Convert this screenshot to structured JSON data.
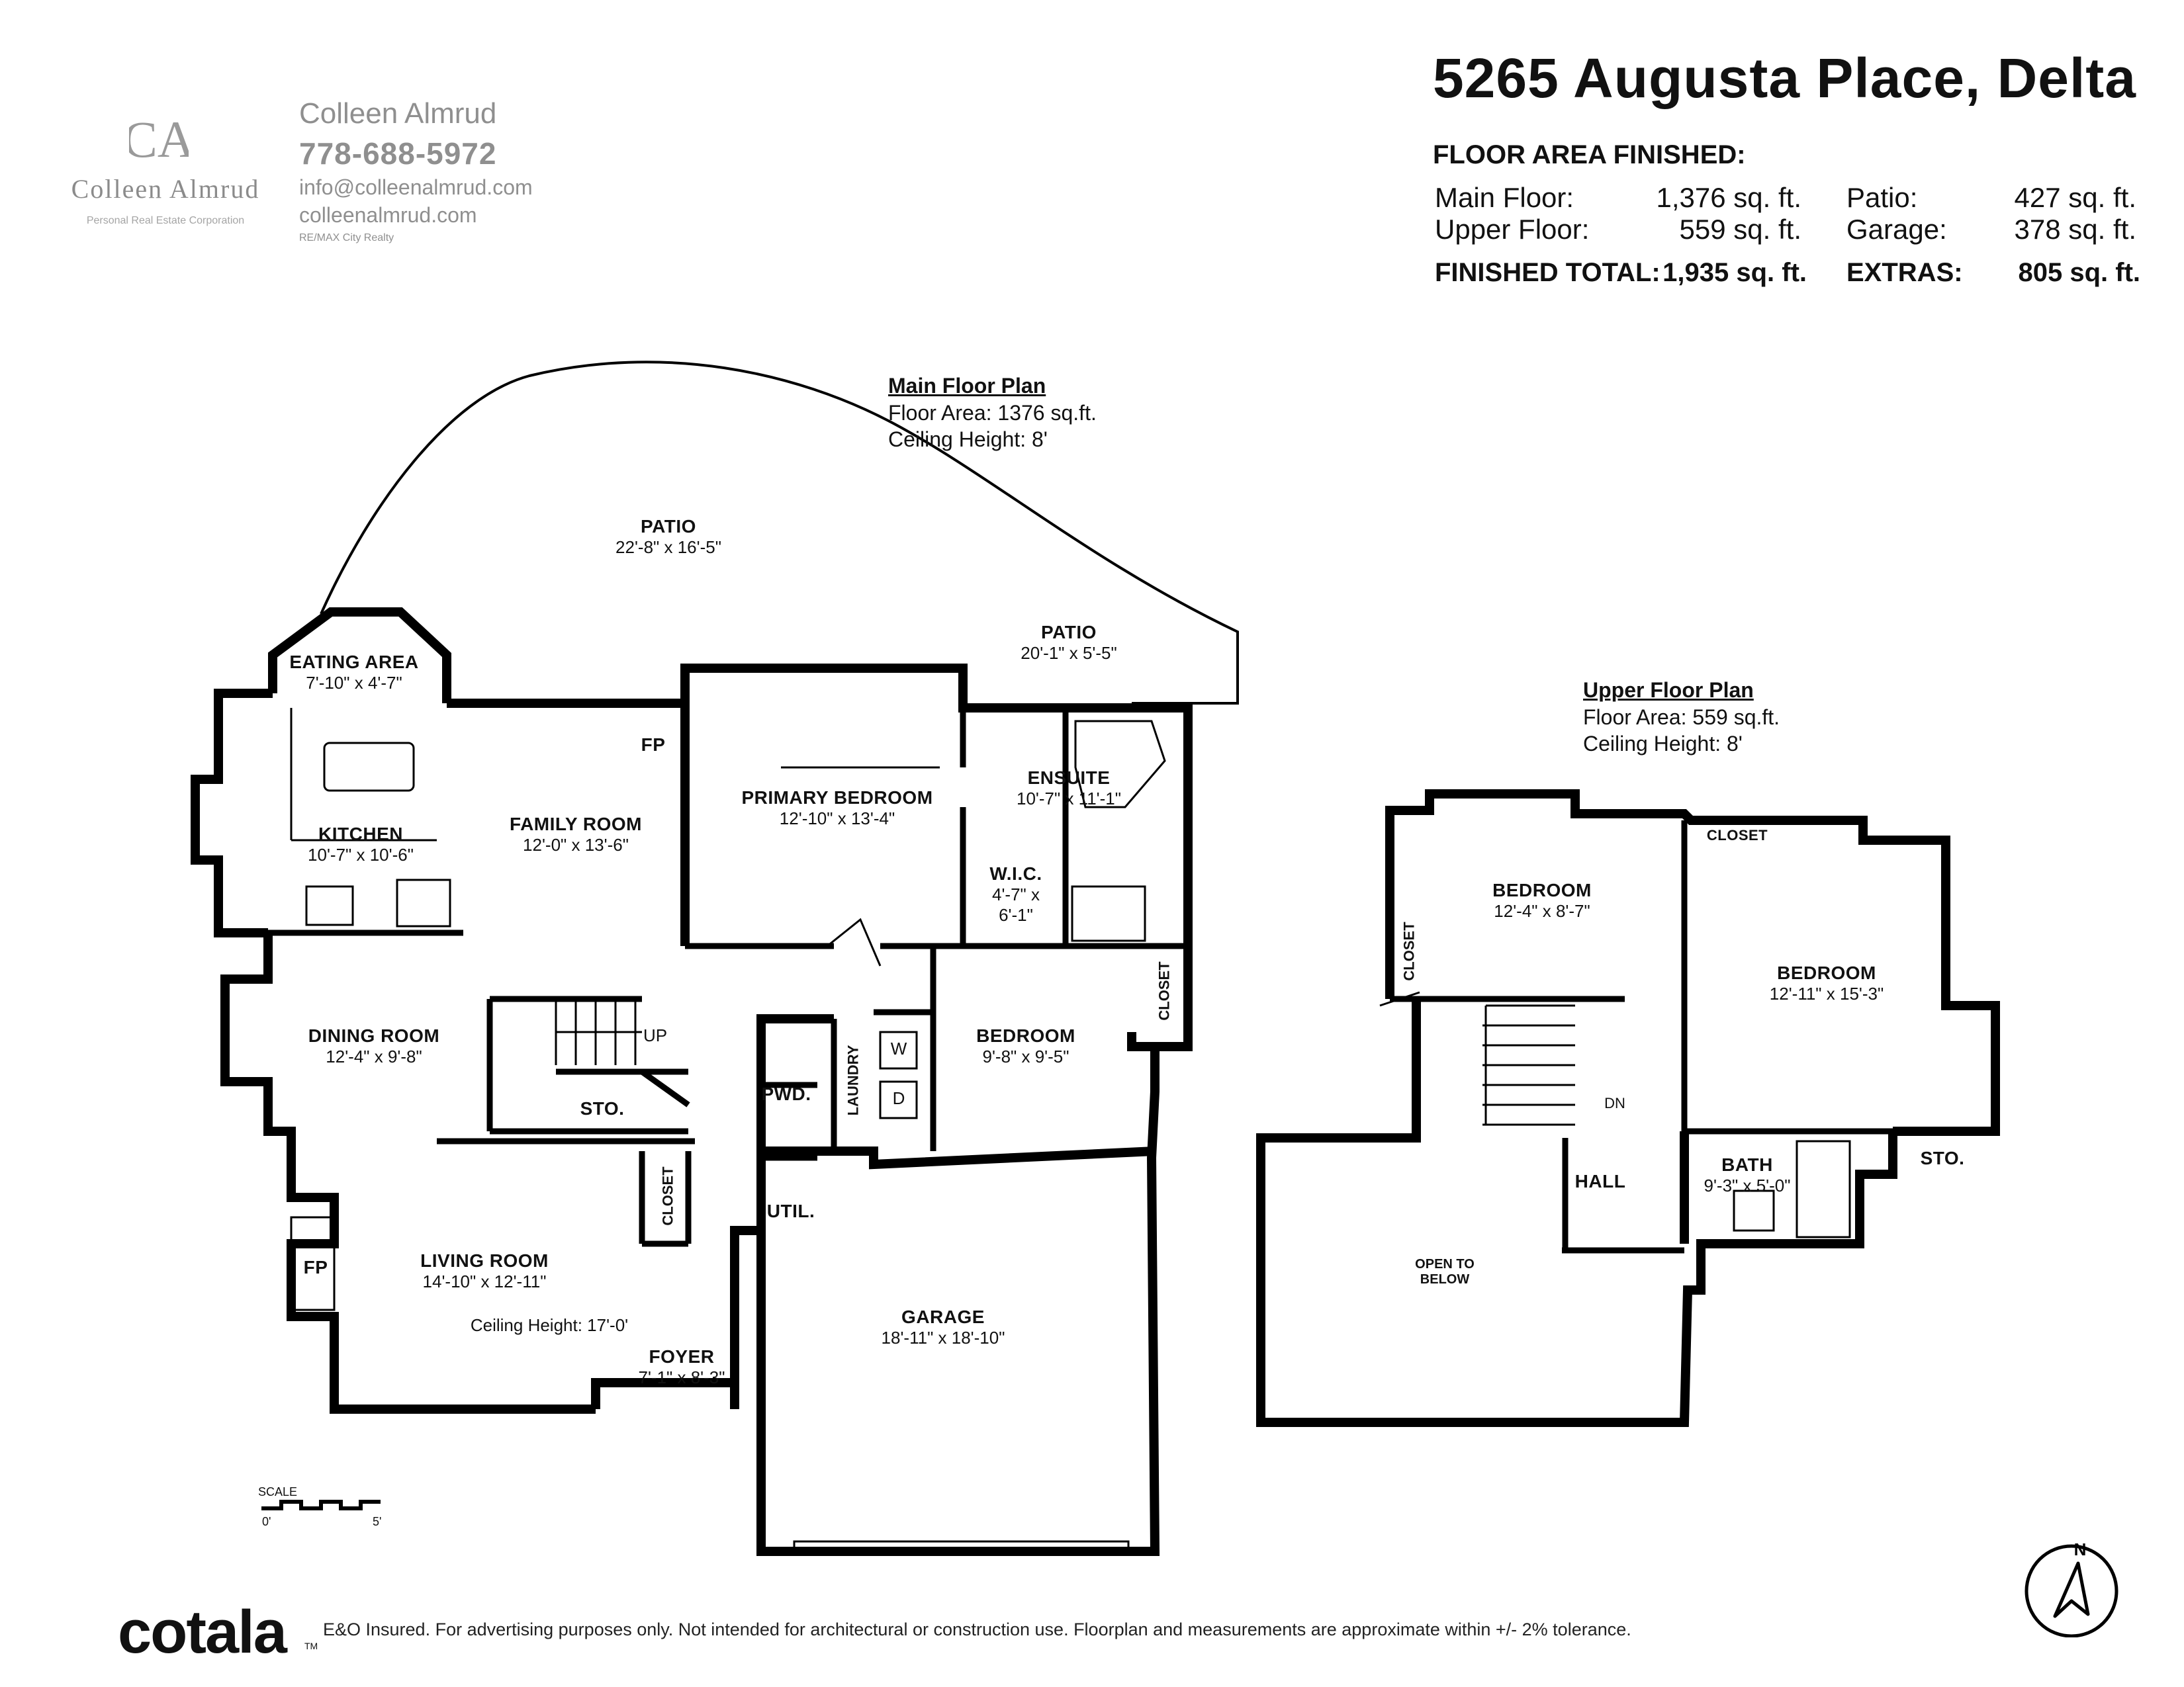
{
  "branding": {
    "logo_monogram": "CA",
    "logo_name": "Colleen Almrud",
    "logo_tagline": "Personal Real Estate Corporation",
    "agent_name": "Colleen Almrud",
    "phone": "778-688-5972",
    "email": "info@colleenalmrud.com",
    "website": "colleenalmrud.com",
    "brokerage": "RE/MAX City Realty"
  },
  "header": {
    "address": "5265 Augusta Place, Delta",
    "floor_area_title": "FLOOR AREA FINISHED:",
    "main_label": "Main Floor:",
    "main_value": "1,376 sq. ft.",
    "upper_label": "Upper Floor:",
    "upper_value": "559 sq. ft.",
    "total_label": "FINISHED TOTAL:",
    "total_value": "1,935 sq. ft.",
    "patio_label": "Patio:",
    "patio_value": "427 sq. ft.",
    "garage_label": "Garage:",
    "garage_value": "378 sq. ft.",
    "extras_label": "EXTRAS:",
    "extras_value": "805 sq. ft."
  },
  "main_plan": {
    "title": "Main Floor Plan",
    "floor_area": "Floor Area: 1376 sq.ft.",
    "ceiling": "Ceiling Height: 8'",
    "rooms": {
      "patio_large": {
        "name": "PATIO",
        "dims": "22'-8\" x 16'-5\""
      },
      "patio_small": {
        "name": "PATIO",
        "dims": "20'-1\" x 5'-5\""
      },
      "eating": {
        "name": "EATING AREA",
        "dims": "7'-10\" x 4'-7\""
      },
      "kitchen": {
        "name": "KITCHEN",
        "dims": "10'-7\" x 10'-6\""
      },
      "family": {
        "name": "FAMILY ROOM",
        "dims": "12'-0\" x 13'-6\""
      },
      "primary": {
        "name": "PRIMARY BEDROOM",
        "dims": "12'-10\" x 13'-4\""
      },
      "ensuite": {
        "name": "ENSUITE",
        "dims": "10'-7\" x 11'-1\""
      },
      "wic": {
        "name": "W.I.C.",
        "dims": "4'-7\" x",
        "dims2": "6'-1\""
      },
      "dining": {
        "name": "DINING ROOM",
        "dims": "12'-4\" x 9'-8\""
      },
      "bedroom": {
        "name": "BEDROOM",
        "dims": "9'-8\" x 9'-5\""
      },
      "living": {
        "name": "LIVING ROOM",
        "dims": "14'-10\" x 12'-11\"",
        "ceiling": "Ceiling Height: 17'-0'"
      },
      "foyer": {
        "name": "FOYER",
        "dims": "7'-1\" x 8'-3\""
      },
      "garage": {
        "name": "GARAGE",
        "dims": "18'-11\" x 18'-10\""
      },
      "sto": "STO.",
      "pwd": "PWD.",
      "util": "UTIL.",
      "laundry": "LAUNDRY",
      "closet": "CLOSET",
      "fp": "FP",
      "up": "UP",
      "washer": "W",
      "dryer": "D"
    }
  },
  "upper_plan": {
    "title": "Upper Floor Plan",
    "floor_area": "Floor Area: 559 sq.ft.",
    "ceiling": "Ceiling Height: 8'",
    "rooms": {
      "bedroom1": {
        "name": "BEDROOM",
        "dims": "12'-4\" x 8'-7\""
      },
      "bedroom2": {
        "name": "BEDROOM",
        "dims": "12'-11\" x 15'-3\""
      },
      "bath": {
        "name": "BATH",
        "dims": "9'-3\" x 5'-0\""
      },
      "hall": "HALL",
      "open_to": "OPEN TO",
      "below": "BELOW",
      "sto": "STO.",
      "closet": "CLOSET",
      "dn": "DN"
    }
  },
  "footer": {
    "brand": "cotala",
    "tm": "TM",
    "disclaimer": "E&O Insured. For advertising purposes only. Not intended for architectural or construction use. Floorplan and measurements are approximate within +/- 2% tolerance.",
    "scale_label": "SCALE",
    "scale_start": "0'",
    "scale_end": "5'",
    "north": "N"
  }
}
